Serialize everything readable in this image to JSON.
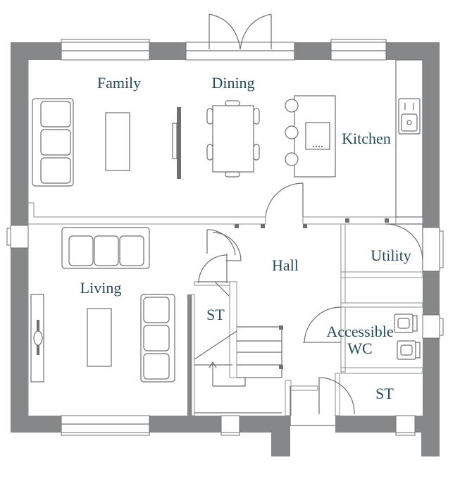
{
  "rooms": {
    "family": "Family",
    "dining": "Dining",
    "kitchen": "Kitchen",
    "living": "Living",
    "hall": "Hall",
    "utility": "Utility",
    "st_under_stairs": "ST",
    "accessible_line1": "Accessible",
    "accessible_line2": "WC",
    "st_store": "ST"
  },
  "colors": {
    "wall": "#858789",
    "label": "#274a55",
    "line": "#6d6f71"
  }
}
